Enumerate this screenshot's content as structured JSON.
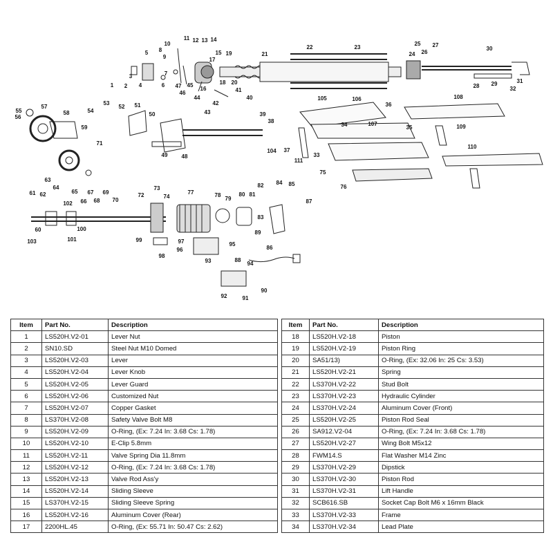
{
  "table": {
    "headers": {
      "item": "Item",
      "part": "Part No.",
      "desc": "Description"
    },
    "left": [
      {
        "item": "1",
        "part": "LS520H.V2-01",
        "desc": "Lever Nut"
      },
      {
        "item": "2",
        "part": "SN10.SD",
        "desc": "Steel Nut M10 Domed"
      },
      {
        "item": "3",
        "part": "LS520H.V2-03",
        "desc": "Lever"
      },
      {
        "item": "4",
        "part": "LS520H.V2-04",
        "desc": "Lever Knob"
      },
      {
        "item": "5",
        "part": "LS520H.V2-05",
        "desc": "Lever Guard"
      },
      {
        "item": "6",
        "part": "LS520H.V2-06",
        "desc": "Customized Nut"
      },
      {
        "item": "7",
        "part": "LS520H.V2-07",
        "desc": "Copper Gasket"
      },
      {
        "item": "8",
        "part": "LS370H.V2-08",
        "desc": "Safety Valve Bolt M8"
      },
      {
        "item": "9",
        "part": "LS520H.V2-09",
        "desc": "O-Ring, (Ex: 7.24 In: 3.68 Cs: 1.78)"
      },
      {
        "item": "10",
        "part": "LS520H.V2-10",
        "desc": "E-Clip 5.8mm"
      },
      {
        "item": "11",
        "part": "LS520H.V2-11",
        "desc": "Valve Spring Dia 11.8mm"
      },
      {
        "item": "12",
        "part": "LS520H.V2-12",
        "desc": "O-Ring, (Ex: 7.24 In: 3.68 Cs: 1.78)"
      },
      {
        "item": "13",
        "part": "LS520H.V2-13",
        "desc": "Valve Rod Ass'y"
      },
      {
        "item": "14",
        "part": "LS520H.V2-14",
        "desc": "Sliding Sleeve"
      },
      {
        "item": "15",
        "part": "LS370H.V2-15",
        "desc": "Sliding Sleeve Spring"
      },
      {
        "item": "16",
        "part": "LS520H.V2-16",
        "desc": "Aluminum Cover (Rear)"
      },
      {
        "item": "17",
        "part": "2200HL.45",
        "desc": "O-Ring, (Ex: 55.71 In: 50.47 Cs: 2.62)"
      }
    ],
    "right": [
      {
        "item": "18",
        "part": "LS520H.V2-18",
        "desc": "Piston"
      },
      {
        "item": "19",
        "part": "LS520H.V2-19",
        "desc": "Piston Ring"
      },
      {
        "item": "20",
        "part": "SA51/13)",
        "desc": "O-Ring, (Ex: 32.06 In: 25 Cs: 3.53)"
      },
      {
        "item": "21",
        "part": "LS520H.V2-21",
        "desc": "Spring"
      },
      {
        "item": "22",
        "part": "LS370H.V2-22",
        "desc": "Stud Bolt"
      },
      {
        "item": "23",
        "part": "LS370H.V2-23",
        "desc": "Hydraulic Cylinder"
      },
      {
        "item": "24",
        "part": "LS370H.V2-24",
        "desc": "Aluminum Cover (Front)"
      },
      {
        "item": "25",
        "part": "LS520H.V2-25",
        "desc": "Piston Rod Seal"
      },
      {
        "item": "26",
        "part": "SA912.V2-04",
        "desc": "O-Ring, (Ex: 7.24 In: 3.68 Cs: 1.78)"
      },
      {
        "item": "27",
        "part": "LS520H.V2-27",
        "desc": "Wing Bolt M5x12"
      },
      {
        "item": "28",
        "part": "FWM14.S",
        "desc": "Flat Washer M14 Zinc"
      },
      {
        "item": "29",
        "part": "LS370H.V2-29",
        "desc": "Dipstick"
      },
      {
        "item": "30",
        "part": "LS370H.V2-30",
        "desc": "Piston Rod"
      },
      {
        "item": "31",
        "part": "LS370H.V2-31",
        "desc": "Lift Handle"
      },
      {
        "item": "32",
        "part": "SCB616.SB",
        "desc": "Socket Cap Bolt M6 x 16mm Black"
      },
      {
        "item": "33",
        "part": "LS370H.V2-33",
        "desc": "Frame"
      },
      {
        "item": "34",
        "part": "LS370H.V2-34",
        "desc": "Lead Plate"
      }
    ]
  },
  "callouts": [
    "1",
    "2",
    "3",
    "4",
    "5",
    "6",
    "7",
    "8",
    "9",
    "10",
    "11",
    "12",
    "13",
    "14",
    "15",
    "16",
    "17",
    "18",
    "19",
    "20",
    "21",
    "22",
    "23",
    "24",
    "25",
    "26",
    "27",
    "28",
    "29",
    "30",
    "31",
    "32",
    "33",
    "34",
    "35",
    "36",
    "37",
    "38",
    "39",
    "40",
    "41",
    "42",
    "43",
    "44",
    "45",
    "46",
    "47",
    "48",
    "49",
    "50",
    "51",
    "52",
    "53",
    "54",
    "55",
    "56",
    "57",
    "58",
    "59",
    "60",
    "61",
    "62",
    "63",
    "64",
    "65",
    "66",
    "67",
    "68",
    "69",
    "70",
    "71",
    "72",
    "73",
    "74",
    "75",
    "76",
    "77",
    "78",
    "79",
    "80",
    "81",
    "82",
    "83",
    "84",
    "85",
    "86",
    "87",
    "88",
    "89",
    "90",
    "91",
    "92",
    "93",
    "94",
    "95",
    "96",
    "97",
    "98",
    "99",
    "100",
    "101",
    "102",
    "103",
    "104",
    "105",
    "106",
    "107",
    "108",
    "109",
    "110",
    "111"
  ]
}
